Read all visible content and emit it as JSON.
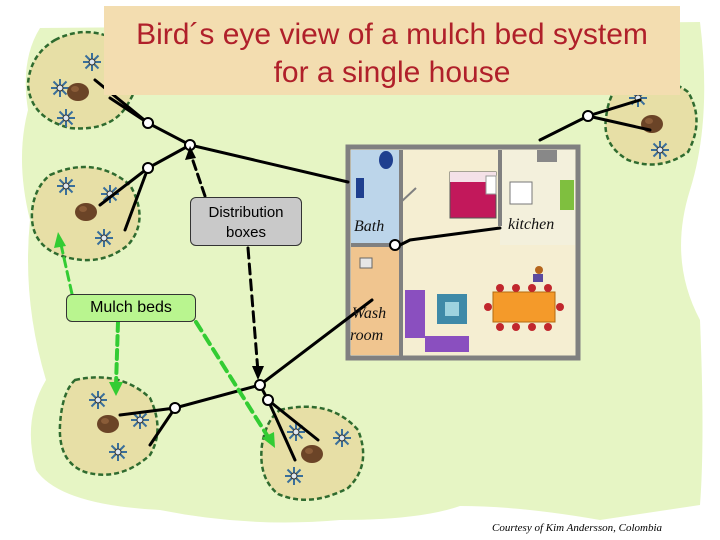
{
  "title": {
    "line1": "Bird´s eye view of a mulch bed system",
    "line2": "for a single house"
  },
  "callouts": {
    "distribution_boxes": "Distribution boxes",
    "mulch_beds": "Mulch beds"
  },
  "rooms": {
    "bath": "Bath",
    "kitchen": "kitchen",
    "wash_room_line1": "Wash",
    "wash_room_line2": "room"
  },
  "credit": "Courtesy of Kim Andersson, Colombia",
  "colors": {
    "lawn": "#e6f5c4",
    "mulch_bed": "#e7dfa6",
    "bed_border": "#2f6b2f",
    "title_box": "#f3ddb0",
    "title_text": "#b0202a",
    "house_floor": "#f5eed2",
    "wall": "#808080",
    "green_arrow": "#33cc33"
  }
}
